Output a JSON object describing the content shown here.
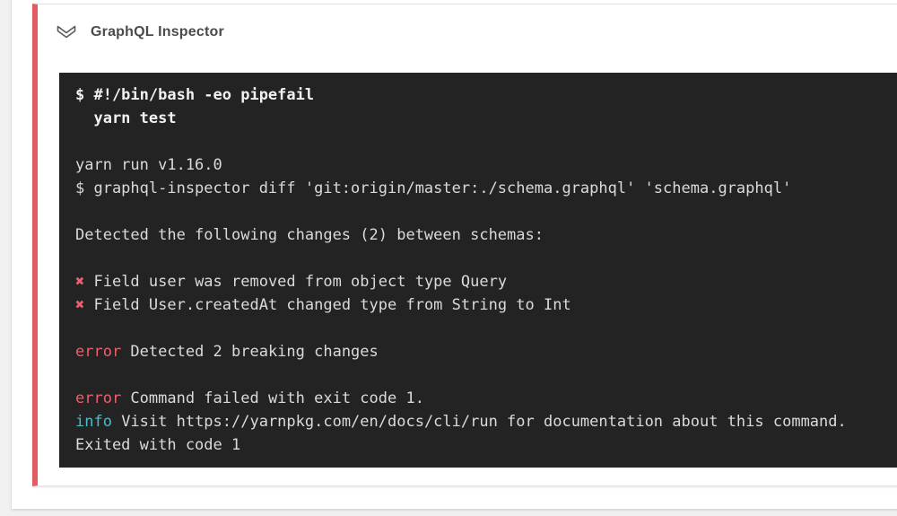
{
  "header": {
    "title": "GraphQL Inspector",
    "icon": "chevron-down-icon"
  },
  "terminal": {
    "lines": [
      {
        "segments": [
          {
            "text": "$ #!/bin/bash -eo pipefail",
            "style": "cmd"
          }
        ]
      },
      {
        "segments": [
          {
            "text": "  yarn test",
            "style": "cmd"
          }
        ]
      },
      {
        "segments": []
      },
      {
        "segments": [
          {
            "text": "yarn run v1.16.0",
            "style": "plain"
          }
        ]
      },
      {
        "segments": [
          {
            "text": "$ graphql-inspector diff 'git:origin/master:./schema.graphql' 'schema.graphql'",
            "style": "plain"
          }
        ]
      },
      {
        "segments": []
      },
      {
        "segments": [
          {
            "text": "Detected the following changes (2) between schemas:",
            "style": "plain"
          }
        ]
      },
      {
        "segments": []
      },
      {
        "segments": [
          {
            "text": "✖",
            "style": "cross"
          },
          {
            "text": " Field user was removed from object type Query",
            "style": "plain"
          }
        ]
      },
      {
        "segments": [
          {
            "text": "✖",
            "style": "cross"
          },
          {
            "text": " Field User.createdAt changed type from String to Int",
            "style": "plain"
          }
        ]
      },
      {
        "segments": []
      },
      {
        "segments": [
          {
            "text": "error",
            "style": "red"
          },
          {
            "text": " Detected 2 breaking changes",
            "style": "plain"
          }
        ]
      },
      {
        "segments": []
      },
      {
        "segments": [
          {
            "text": "error",
            "style": "red"
          },
          {
            "text": " Command failed with exit code 1.",
            "style": "plain"
          }
        ]
      },
      {
        "segments": [
          {
            "text": "info",
            "style": "cyan"
          },
          {
            "text": " Visit https://yarnpkg.com/en/docs/cli/run for documentation about this command.",
            "style": "plain"
          }
        ]
      },
      {
        "segments": [
          {
            "text": "Exited with code 1",
            "style": "plain"
          }
        ]
      }
    ]
  },
  "colors": {
    "page_background": "#f0f0f1",
    "accent_red": "#e35c63",
    "card_border": "#e2e2e2",
    "terminal_background": "#232323",
    "terminal_text": "#dadada",
    "terminal_command_text": "#f1f1f1",
    "error_red": "#e8616c",
    "info_cyan": "#4fb9c7",
    "title_color": "#4b4b4b"
  }
}
